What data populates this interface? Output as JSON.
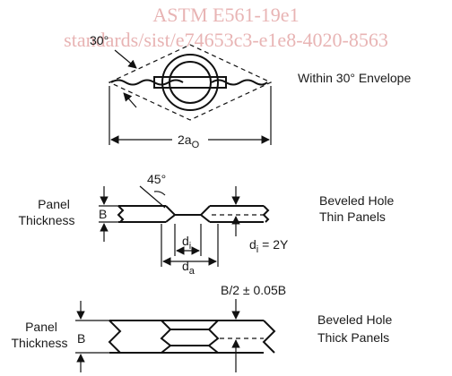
{
  "watermark": {
    "line1": "ASTM E561-19e1",
    "line2": "standards/sist/e74653c3-e1e8-4020-8563"
  },
  "top_figure": {
    "angle_label": "30°",
    "dimension_main": "2a",
    "dimension_sub": "O",
    "caption": "Within 30° Envelope"
  },
  "thin_panel": {
    "angle_label": "45°",
    "side_label_line1": "Panel",
    "side_label_line2": "Thickness",
    "thickness_symbol": "B",
    "inner_dim_main": "d",
    "inner_dim_sub": "i",
    "outer_dim_main": "d",
    "outer_dim_sub": "a",
    "relation_main": "d",
    "relation_sub": "i",
    "relation_rest": " = 2Y",
    "caption_line1": "Beveled Hole",
    "caption_line2": "Thin Panels"
  },
  "thick_panel": {
    "offset_label": "B/2 ± 0.05B",
    "side_label_line1": "Panel",
    "side_label_line2": "Thickness",
    "thickness_symbol": "B",
    "caption_line1": "Beveled Hole",
    "caption_line2": "Thick Panels"
  }
}
